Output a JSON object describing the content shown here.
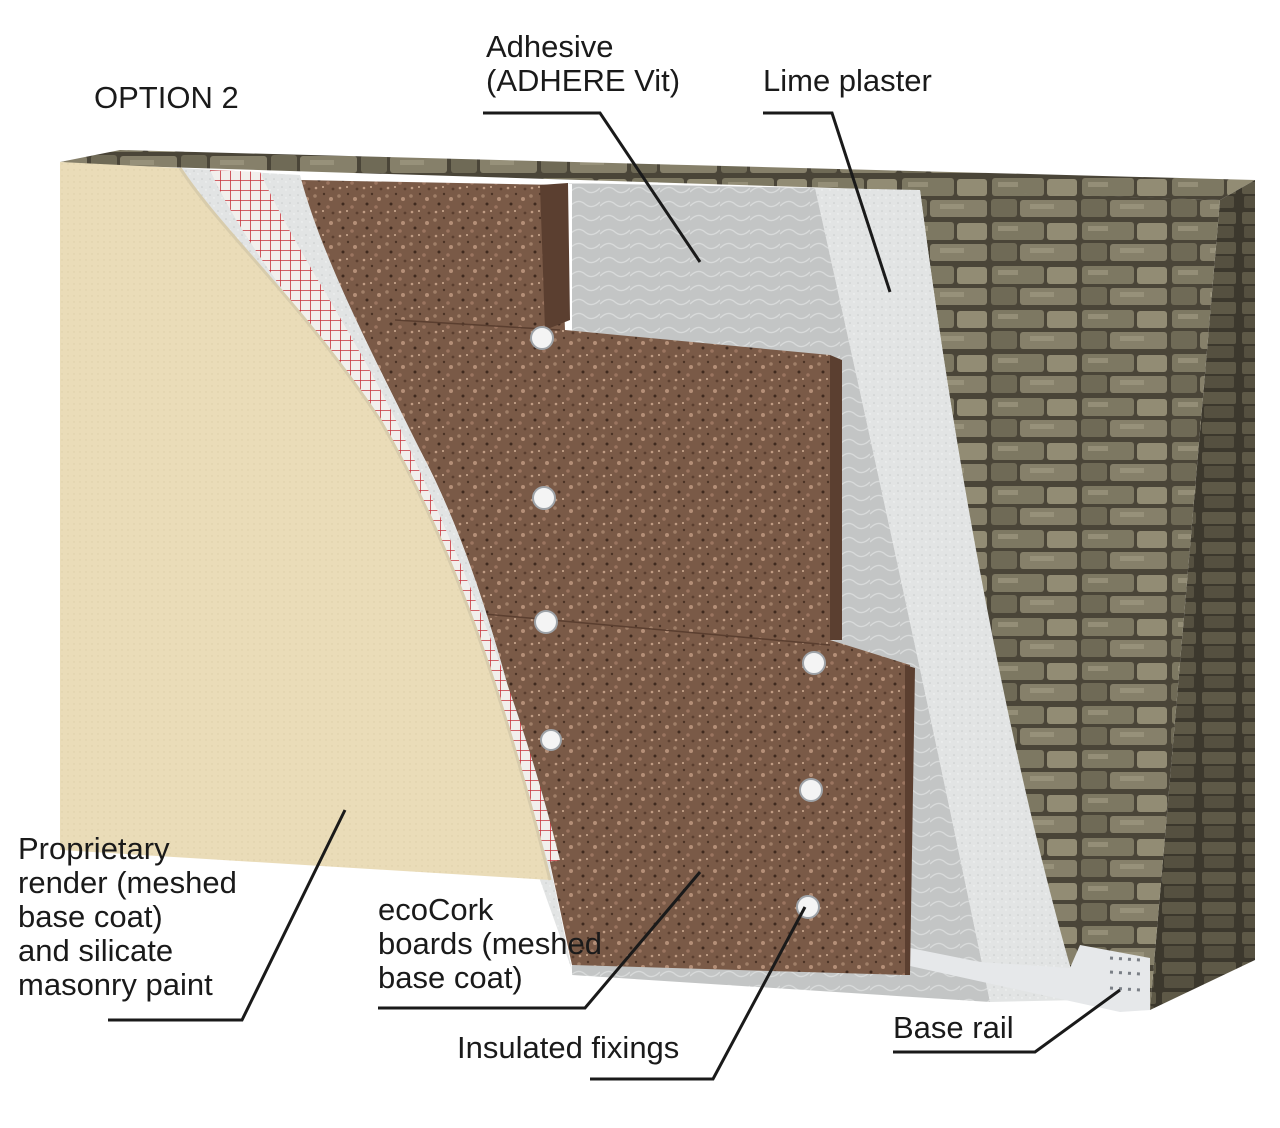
{
  "labels": {
    "option": "OPTION 2",
    "adhesive": "Adhesive\n(ADHERE Vit)",
    "lime_plaster": "Lime plaster",
    "render": "Proprietary\nrender (meshed\nbase coat)\nand silicate\nmasonry paint",
    "cork_boards": "ecoCork\nboards (meshed\nbase coat)",
    "fixings": "Insulated fixings",
    "base_rail": "Base rail"
  },
  "colors": {
    "stone_dark": "#4e4a3c",
    "stone_light": "#8a8670",
    "lime_plaster": "#e4e6e6",
    "adhesive": "#c6c8c8",
    "cork": "#7a5a47",
    "mesh_red": "#c8323a",
    "render": "#eadcb8",
    "leader": "#1a1a1a"
  }
}
